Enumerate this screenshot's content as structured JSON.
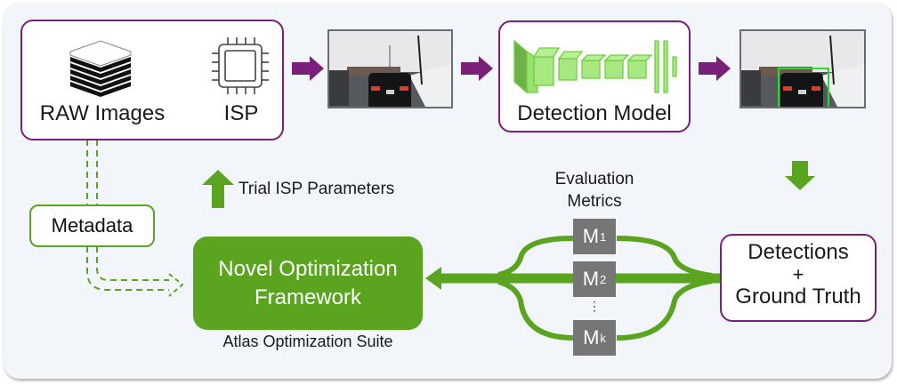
{
  "colors": {
    "purple": "#7a1f7a",
    "green": "#5aa41f",
    "panel_bg": "#f2f5fa",
    "metric_bg": "#767676"
  },
  "pipeline": {
    "raw_images": {
      "label": "RAW Images",
      "icon": "image-stack-icon"
    },
    "isp": {
      "label": "ISP",
      "icon": "chip-icon"
    },
    "input_photo": {
      "description": "street scene camera frame",
      "icon": "photo-icon"
    },
    "detection_model": {
      "label": "Detection Model",
      "icon": "cnn-layers-icon"
    },
    "output_photo": {
      "description": "street scene with detected car bounding box",
      "icon": "photo-icon"
    }
  },
  "optimization": {
    "metadata_label": "Metadata",
    "trial_params_label": "Trial ISP Parameters",
    "framework_line1": "Novel Optimization",
    "framework_line2": "Framework",
    "suite_label": "Atlas Optimization Suite"
  },
  "evaluation": {
    "title_line1": "Evaluation",
    "title_line2": "Metrics",
    "metrics": [
      {
        "base": "M",
        "sub": "1"
      },
      {
        "base": "M",
        "sub": "2"
      },
      {
        "base": "M",
        "sub": "k"
      }
    ],
    "ellipsis": "⋮"
  },
  "detections_box": {
    "line1": "Detections",
    "line2": "+",
    "line3": "Ground Truth"
  }
}
